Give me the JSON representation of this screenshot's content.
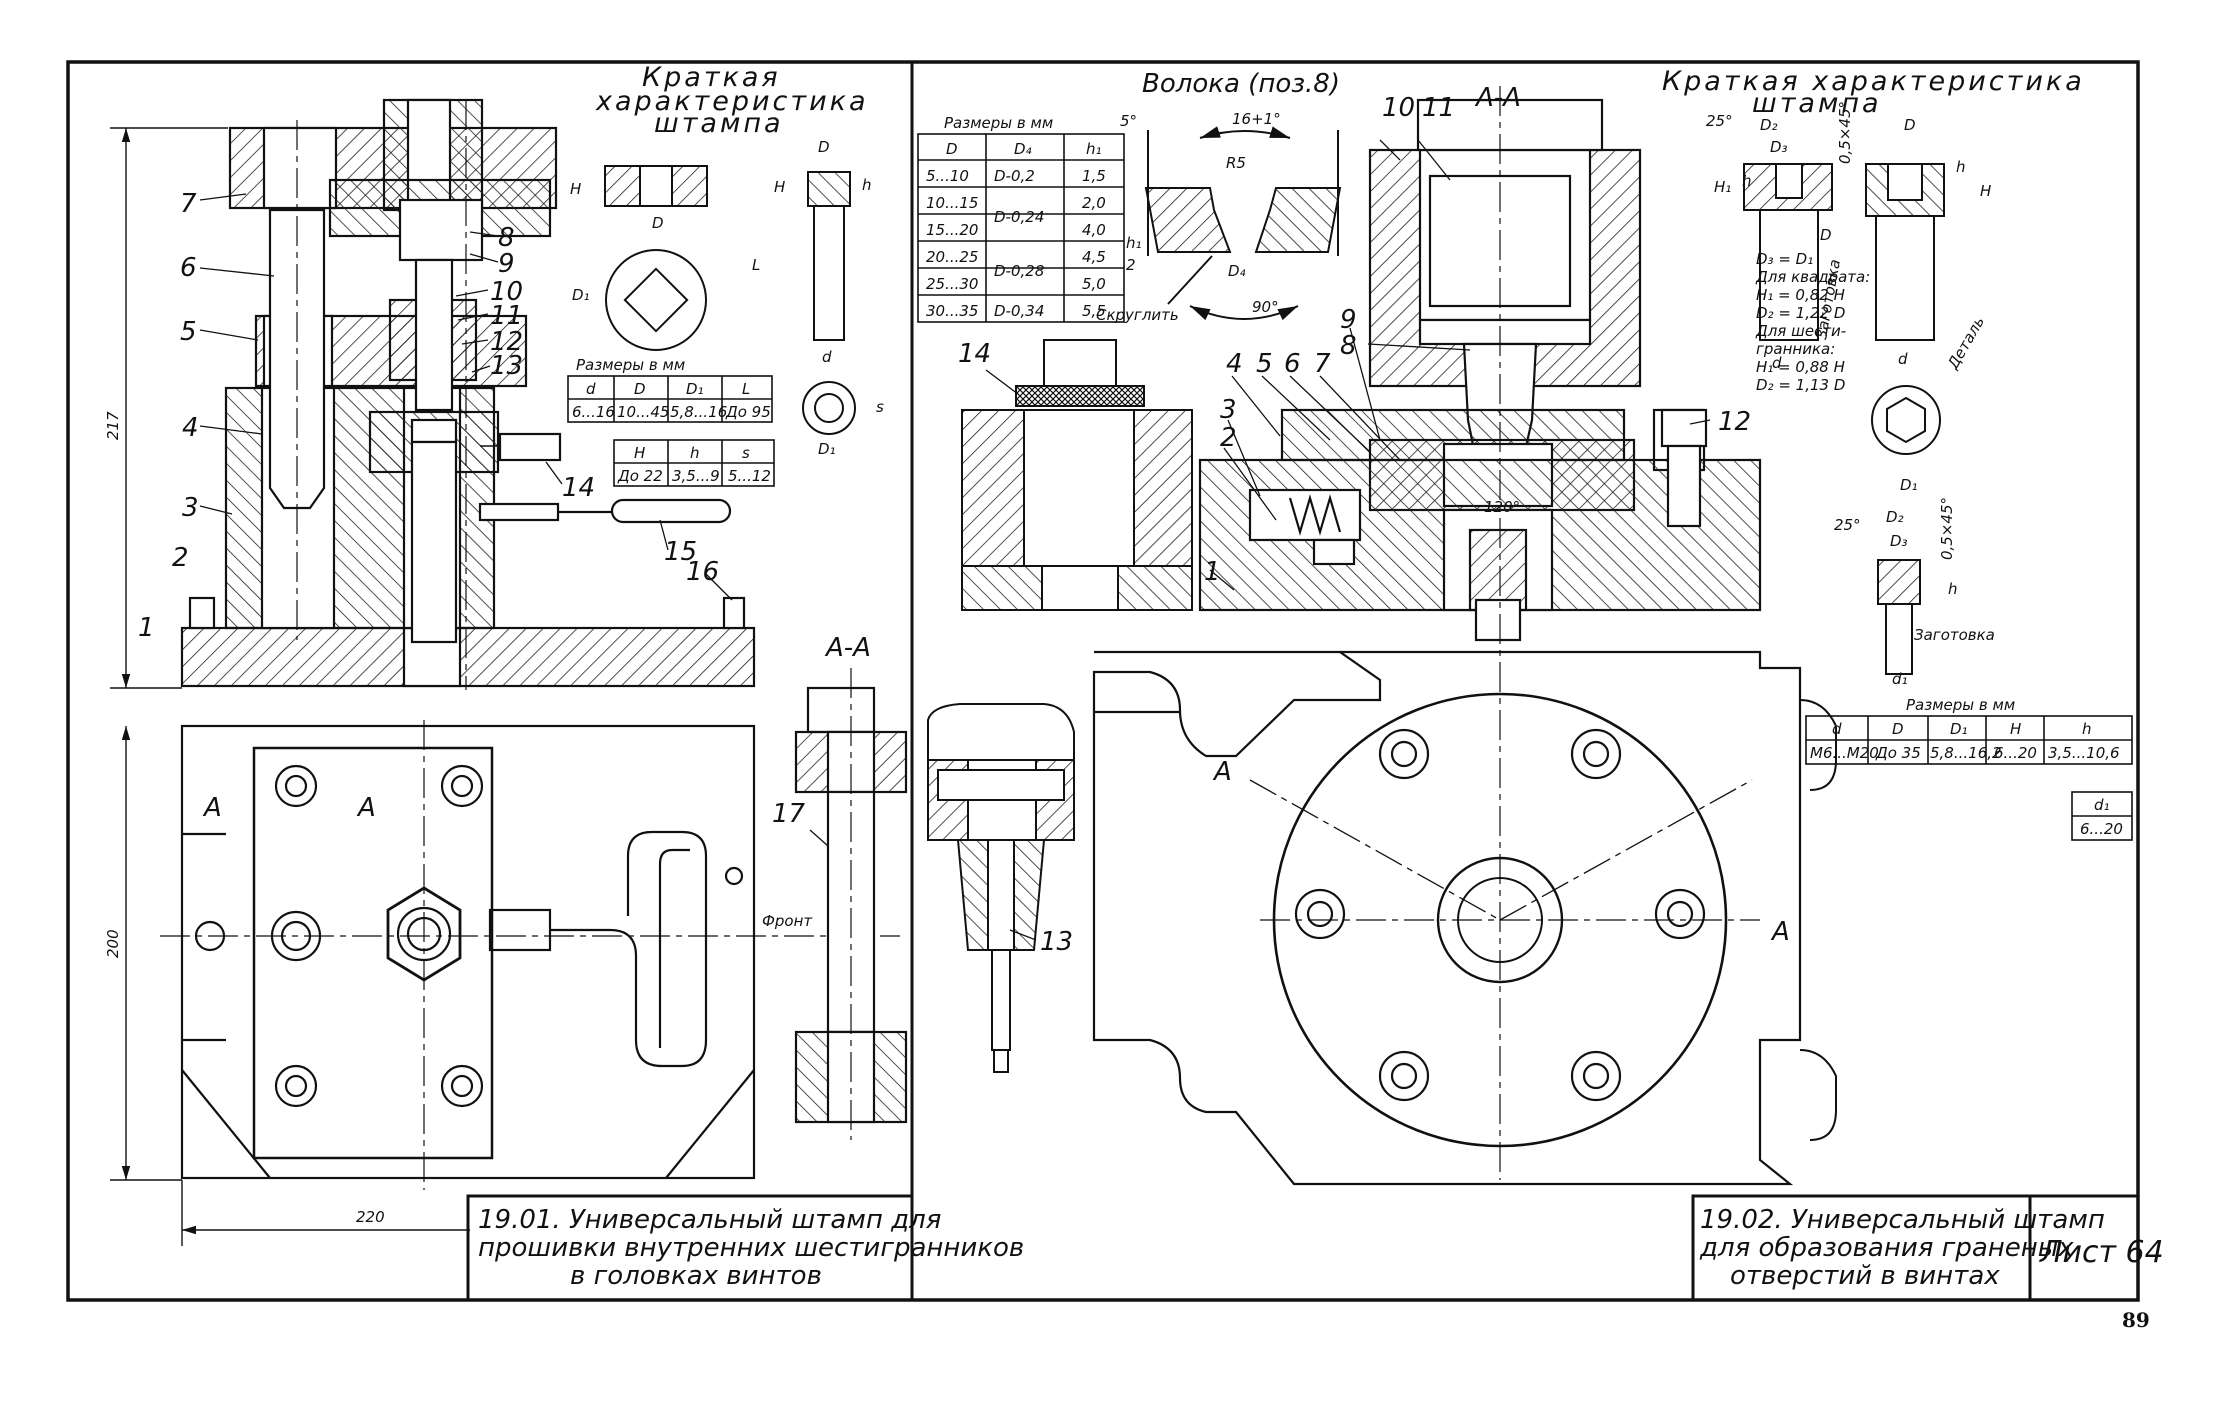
{
  "left": {
    "heading": [
      "Краткая",
      "характеристика",
      "штампа"
    ],
    "parts": [
      "1",
      "2",
      "3",
      "4",
      "5",
      "6",
      "7",
      "8",
      "9",
      "10",
      "11",
      "12",
      "13",
      "14",
      "15",
      "16",
      "17"
    ],
    "dims": {
      "height": "217",
      "height2": "200",
      "width": "220"
    },
    "section_label": "А-А",
    "cut_label": "А",
    "front_label": "Фронт",
    "sketch_labels": {
      "H": "H",
      "h": "h",
      "D": "D",
      "D1": "D₁",
      "L": "L",
      "d": "d",
      "s": "s"
    },
    "table_caption": "Размеры в мм",
    "table1": {
      "head": [
        "d",
        "D",
        "D₁",
        "L"
      ],
      "row": [
        "6...16",
        "10...45",
        "5,8...16",
        "До 95"
      ]
    },
    "table2": {
      "head": [
        "H",
        "h",
        "s"
      ],
      "row": [
        "До 22",
        "3,5...9",
        "5...12"
      ]
    },
    "title": [
      "19.01. Универсальный штамп для",
      "прошивки внутренних шестигранников",
      "в головках винтов"
    ]
  },
  "right": {
    "die_heading": "Волока (поз.8)",
    "section_label": "А-А",
    "heading": [
      "Краткая характеристика",
      "штампа"
    ],
    "table_caption": "Размеры в мм",
    "die_table": {
      "head": [
        "D",
        "D₄",
        "h₁"
      ],
      "rows": [
        [
          "5...10",
          "D-0,2",
          "1,5"
        ],
        [
          "10...15",
          "D-0,24",
          "2,0"
        ],
        [
          "15...20",
          "",
          "4,0"
        ],
        [
          "20...25",
          "D-0,28",
          "4,5"
        ],
        [
          "25...30",
          "",
          "5,0"
        ],
        [
          "30...35",
          "D-0,34",
          "5,5"
        ]
      ]
    },
    "die_dims": {
      "a5": "5°",
      "tol": "16+1°",
      "r5": "R5",
      "a90": "90°",
      "h1": "h₁",
      "two": "2",
      "d4": "D₄",
      "round": "Скруглить"
    },
    "parts": [
      "1",
      "2",
      "3",
      "4",
      "5",
      "6",
      "7",
      "8",
      "9",
      "10",
      "11",
      "12",
      "13",
      "14"
    ],
    "angle_120": "120°",
    "notes": [
      "D₃ = D₁",
      "Для квадрата:",
      "H₁ = 0,82 H",
      "D₂ = 1,22 D",
      "Для шести-",
      "гранника:",
      "H₁ = 0,88 H",
      "D₂ = 1,13 D"
    ],
    "sketch_labels": {
      "a25": "25°",
      "ch": "0,5×45°",
      "D2": "D₂",
      "D3": "D₃",
      "H1": "H₁",
      "h": "h",
      "H": "H",
      "D": "D",
      "d": "d",
      "D1": "D₁",
      "d1": "d₁",
      "blank": "Заготовка",
      "part": "Деталь"
    },
    "table": {
      "head": [
        "d",
        "D",
        "D₁",
        "H",
        "h"
      ],
      "row": [
        "М6...М20",
        "До 35",
        "5,8...16,2",
        "6...20",
        "3,5...10,6"
      ]
    },
    "small_table": {
      "head": "d₁",
      "row": "6...20"
    },
    "cut_label": "А",
    "title": [
      "19.02. Универсальный штамп",
      "для образования граненых",
      "отверстий в винтах"
    ],
    "sheet": "Лист 64"
  },
  "page_number": "89"
}
